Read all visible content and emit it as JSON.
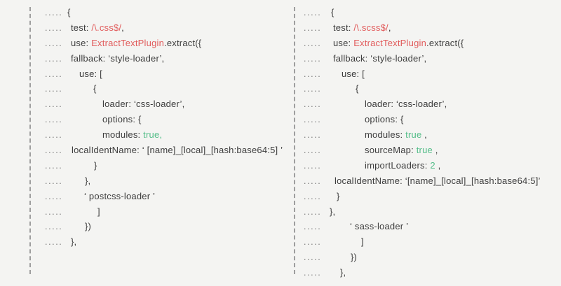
{
  "colors": {
    "background": "#f4f4f2",
    "text": "#3d3d3d",
    "red": "#e15b5b",
    "green": "#53bd88",
    "dots": "#757575",
    "rule": "#9e9e9e"
  },
  "whitespace_marker": ".....",
  "blocks": [
    {
      "name": "css-rule-config",
      "lines": [
        {
          "indent": 0,
          "segments": [
            {
              "text": "{",
              "color": "default"
            }
          ]
        },
        {
          "indent": 5,
          "segments": [
            {
              "text": "test: ",
              "color": "default"
            },
            {
              "text": "/\\.css$/",
              "color": "red"
            },
            {
              "text": ",",
              "color": "default"
            }
          ]
        },
        {
          "indent": 5,
          "segments": [
            {
              "text": "use: ",
              "color": "default"
            },
            {
              "text": "ExtractTextPlugin",
              "color": "red"
            },
            {
              "text": ".extract({",
              "color": "default"
            }
          ]
        },
        {
          "indent": 5,
          "segments": [
            {
              "text": "fallback: ‘style-loader’,",
              "color": "default"
            }
          ]
        },
        {
          "indent": 17,
          "segments": [
            {
              "text": "use: [",
              "color": "default"
            }
          ]
        },
        {
          "indent": 37,
          "segments": [
            {
              "text": "{",
              "color": "default"
            }
          ]
        },
        {
          "indent": 50,
          "segments": [
            {
              "text": "loader: ‘css-loader’,",
              "color": "default"
            }
          ]
        },
        {
          "indent": 50,
          "segments": [
            {
              "text": "options: {",
              "color": "default"
            }
          ]
        },
        {
          "indent": 50,
          "segments": [
            {
              "text": "modules: ",
              "color": "default"
            },
            {
              "text": "true,",
              "color": "green"
            }
          ]
        },
        {
          "indent": 6,
          "segments": [
            {
              "text": "localIdentName: ‘ [name]_[local]_[hash:base64:5] ’",
              "color": "default"
            }
          ]
        },
        {
          "indent": 38,
          "segments": [
            {
              "text": "}",
              "color": "default"
            }
          ]
        },
        {
          "indent": 25,
          "segments": [
            {
              "text": "},",
              "color": "default"
            }
          ]
        },
        {
          "indent": 24,
          "segments": [
            {
              "text": "‘ postcss-loader ’",
              "color": "default"
            }
          ]
        },
        {
          "indent": 43,
          "segments": [
            {
              "text": "]",
              "color": "default"
            }
          ]
        },
        {
          "indent": 25,
          "segments": [
            {
              "text": "})",
              "color": "default"
            }
          ]
        },
        {
          "indent": 5,
          "segments": [
            {
              "text": "},",
              "color": "default"
            }
          ]
        }
      ]
    },
    {
      "name": "scss-rule-config",
      "lines": [
        {
          "indent": 7,
          "segments": [
            {
              "text": "{",
              "color": "default"
            }
          ]
        },
        {
          "indent": 10,
          "segments": [
            {
              "text": "test: ",
              "color": "default"
            },
            {
              "text": "/\\.scss$/",
              "color": "red"
            },
            {
              "text": ",",
              "color": "default"
            }
          ]
        },
        {
          "indent": 10,
          "segments": [
            {
              "text": "use: ",
              "color": "default"
            },
            {
              "text": "ExtractTextPlugin",
              "color": "red"
            },
            {
              "text": ".extract({",
              "color": "default"
            }
          ]
        },
        {
          "indent": 10,
          "segments": [
            {
              "text": "fallback: ‘style-loader’,",
              "color": "default"
            }
          ]
        },
        {
          "indent": 22,
          "segments": [
            {
              "text": "use: [",
              "color": "default"
            }
          ]
        },
        {
          "indent": 42,
          "segments": [
            {
              "text": "{",
              "color": "default"
            }
          ]
        },
        {
          "indent": 55,
          "segments": [
            {
              "text": "loader: ‘css-loader’,",
              "color": "default"
            }
          ]
        },
        {
          "indent": 55,
          "segments": [
            {
              "text": "options: {",
              "color": "default"
            }
          ]
        },
        {
          "indent": 55,
          "segments": [
            {
              "text": "modules: ",
              "color": "default"
            },
            {
              "text": "true",
              "color": "green"
            },
            {
              "text": " ,",
              "color": "default"
            }
          ]
        },
        {
          "indent": 55,
          "segments": [
            {
              "text": "sourceMap: ",
              "color": "default"
            },
            {
              "text": "true",
              "color": "green"
            },
            {
              "text": " ,",
              "color": "default"
            }
          ]
        },
        {
          "indent": 55,
          "segments": [
            {
              "text": "importLoaders: ",
              "color": "default"
            },
            {
              "text": "2",
              "color": "green"
            },
            {
              "text": " ,",
              "color": "default"
            }
          ]
        },
        {
          "indent": 12,
          "segments": [
            {
              "text": "localIdentName: ‘[name]_[local]_[hash:base64:5]’",
              "color": "default"
            }
          ]
        },
        {
          "indent": 15,
          "segments": [
            {
              "text": "}",
              "color": "default"
            }
          ]
        },
        {
          "indent": 5,
          "segments": [
            {
              "text": "},",
              "color": "default"
            }
          ]
        },
        {
          "indent": 34,
          "segments": [
            {
              "text": "‘ sass-loader ’",
              "color": "default"
            }
          ]
        },
        {
          "indent": 50,
          "segments": [
            {
              "text": "]",
              "color": "default"
            }
          ]
        },
        {
          "indent": 35,
          "segments": [
            {
              "text": "})",
              "color": "default"
            }
          ]
        },
        {
          "indent": 20,
          "segments": [
            {
              "text": "},",
              "color": "default"
            }
          ]
        }
      ]
    }
  ]
}
